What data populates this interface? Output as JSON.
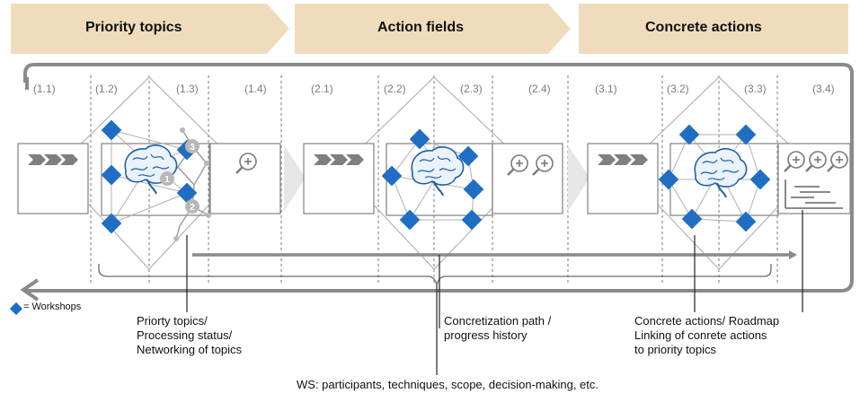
{
  "phases": [
    {
      "label": "Priority topics"
    },
    {
      "label": "Action fields"
    },
    {
      "label": "Concrete actions"
    }
  ],
  "steps": [
    "(1.1)",
    "(1.2)",
    "(1.3)",
    "(1.4)",
    "(2.1)",
    "(2.2)",
    "(2.3)",
    "(2.4)",
    "(3.1)",
    "(3.2)",
    "(3.3)",
    "(3.4)"
  ],
  "node_numbers": [
    "3",
    "1",
    "2"
  ],
  "legend": {
    "text": "= Workshops"
  },
  "annotations": {
    "priority_topics": [
      "Priorty topics/",
      "Processing status/",
      "Networking of topics"
    ],
    "concretization": [
      "Concretization path /",
      "progress history"
    ],
    "concrete_actions": [
      "Concrete actions/ Roadmap",
      "Linking of conrete actions",
      "to priority topics"
    ],
    "workshops": "WS: participants, techniques, scope, decision-making, etc."
  },
  "colors": {
    "banner": "#f0dcbc",
    "diamond": "#1f6ec4",
    "arrow": "#8a8a8a",
    "light_line": "#bdbdbd"
  },
  "icons": {
    "brain": "brain-icon",
    "magnifier": "magnifier-plus-icon",
    "chevrons": "triple-chevron-icon",
    "roadmap": "gantt-roadmap-icon",
    "workshop": "diamond-workshop-icon"
  }
}
